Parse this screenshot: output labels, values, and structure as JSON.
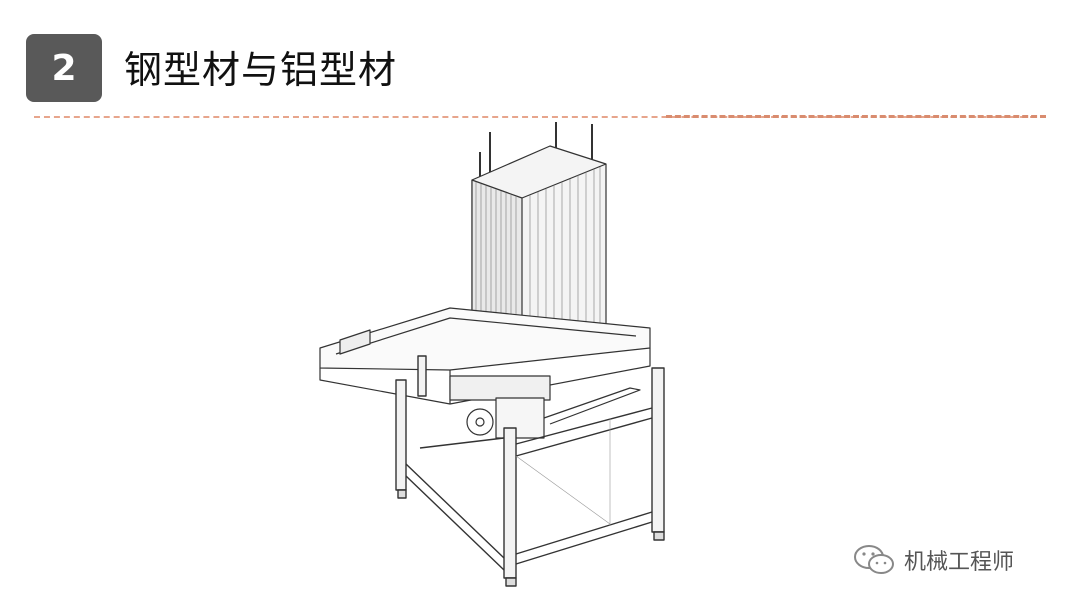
{
  "slide": {
    "number": "2",
    "title": "钢型材与铝型材"
  },
  "figure": {
    "icon": "conveyor-frame-machine-drawing"
  },
  "watermark": {
    "text": "机械工程师",
    "icon": "wechat-icon"
  },
  "colors": {
    "badge": "#595959",
    "divider": "#e7a58c",
    "line_art": "#333333"
  }
}
